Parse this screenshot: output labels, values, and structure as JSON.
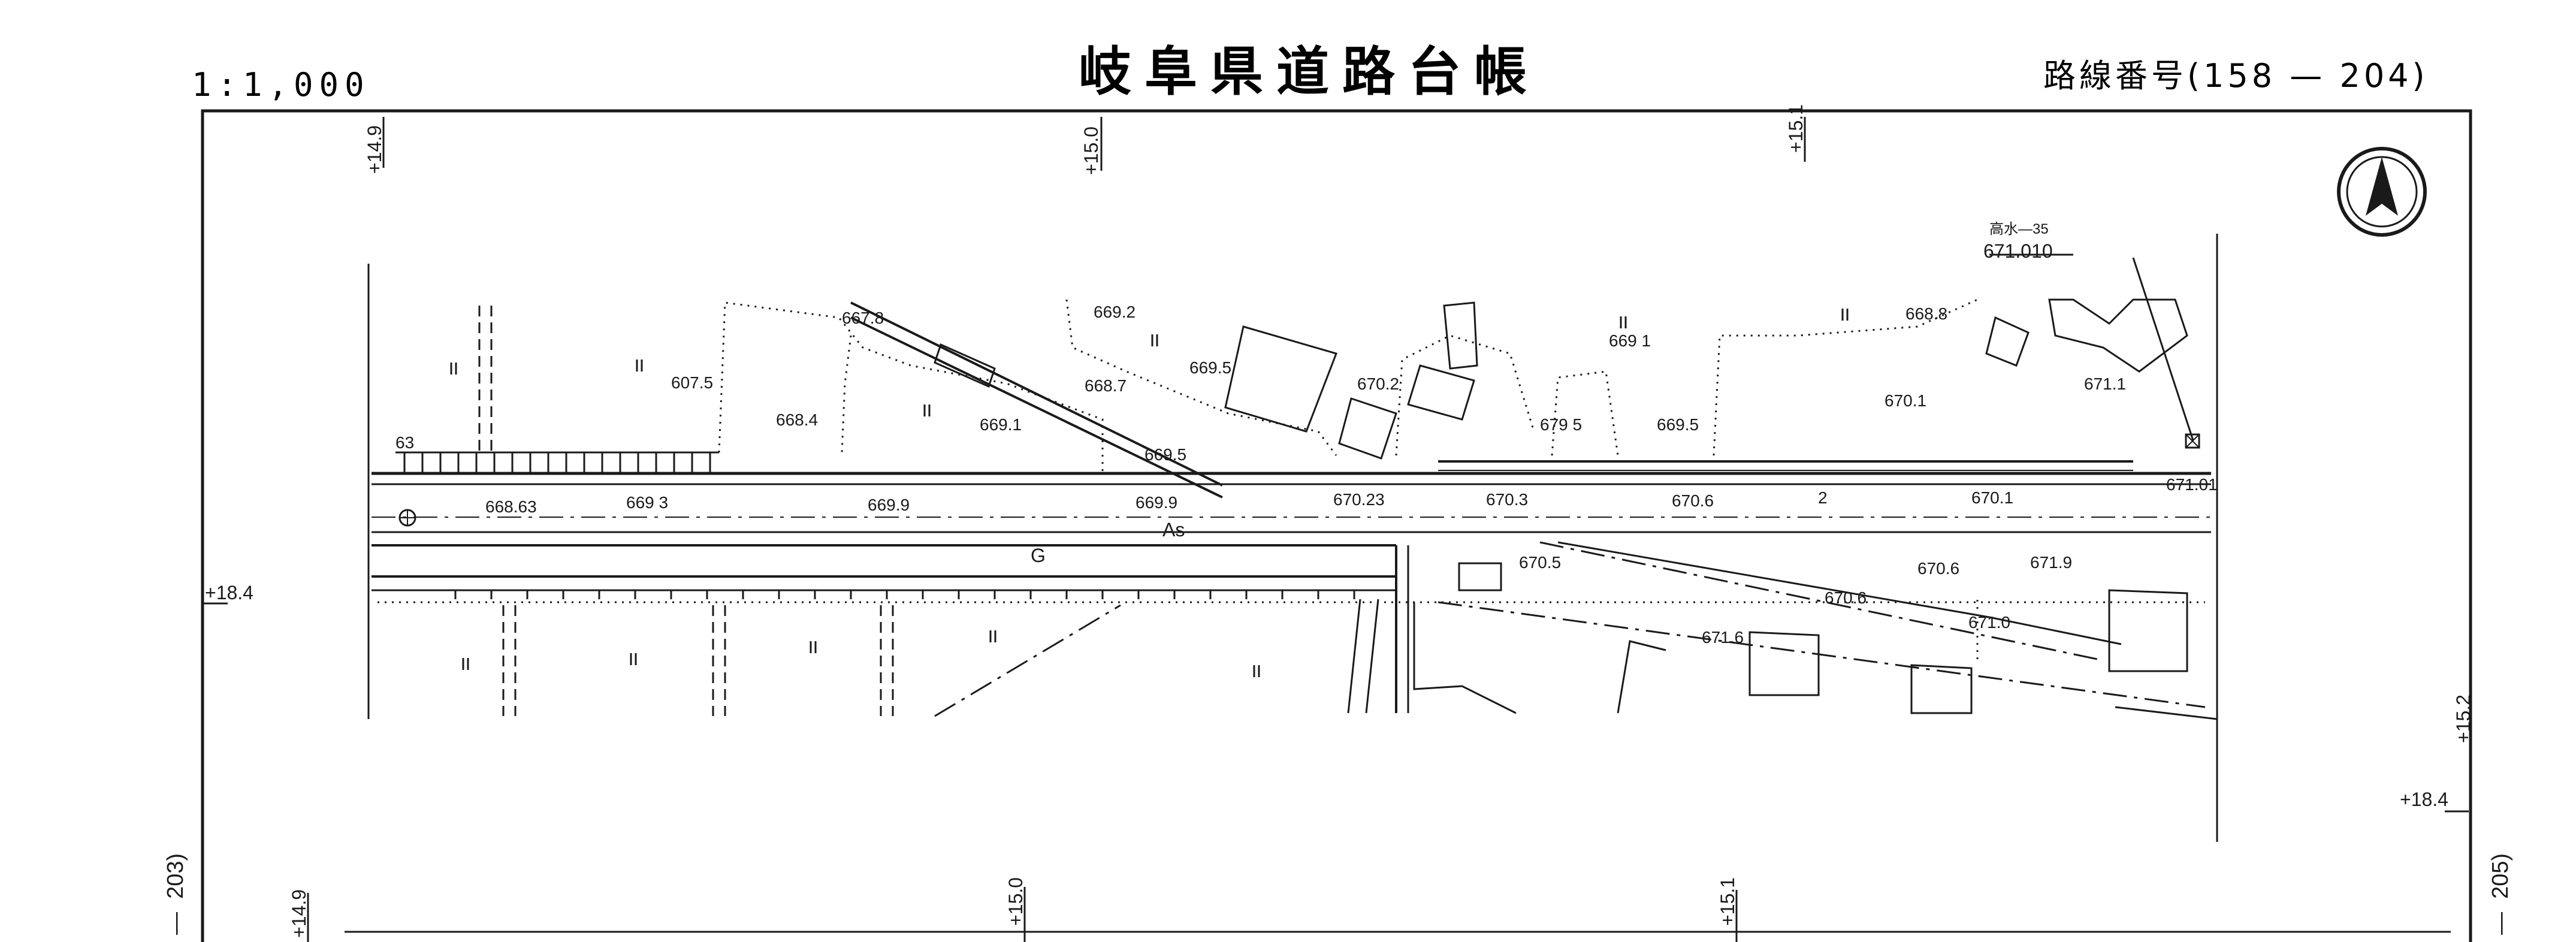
{
  "header": {
    "scale": "1:1,000",
    "title": "岐阜県道路台帳",
    "route_number": "路線番号(158 — 204)"
  },
  "sheet_refs": {
    "left": "203)",
    "left_dash": "—",
    "right": "205)",
    "right_dash": "—"
  },
  "stations": {
    "top": [
      "+14.9",
      "+15.0",
      "+15.1"
    ],
    "bottom": [
      "+14.9",
      "+15.0",
      "+15.1"
    ],
    "left_offset": "+18.4",
    "right_station": "+15.2",
    "right_offset": "+18.4"
  },
  "benchmark": {
    "name": "高水—35",
    "elevation": "671.010"
  },
  "road": {
    "pavement": "As",
    "gutter": "G",
    "marker": "63",
    "lane_count": "2"
  },
  "elevations_road": [
    "668.63",
    "669 3",
    "669.9",
    "669.9",
    "670.23",
    "670.3",
    "670.6",
    "670.1",
    "671.01"
  ],
  "elevations_north": [
    "607.5",
    "667.8",
    "668.4",
    "668.7",
    "669.1",
    "669.2",
    "669.5",
    "669.5",
    "670.2",
    "679 5",
    "669 1",
    "669.5",
    "668.8",
    "670.1",
    "671.1"
  ],
  "elevations_south": [
    "670.5",
    "670.6",
    "670.6",
    "671.6",
    "671.0",
    "671.9"
  ],
  "colors": {
    "ink": "#1a1a1a",
    "paper": "#ffffff"
  },
  "icons": [
    "north-arrow-icon",
    "manhole-icon",
    "benchmark-icon"
  ]
}
